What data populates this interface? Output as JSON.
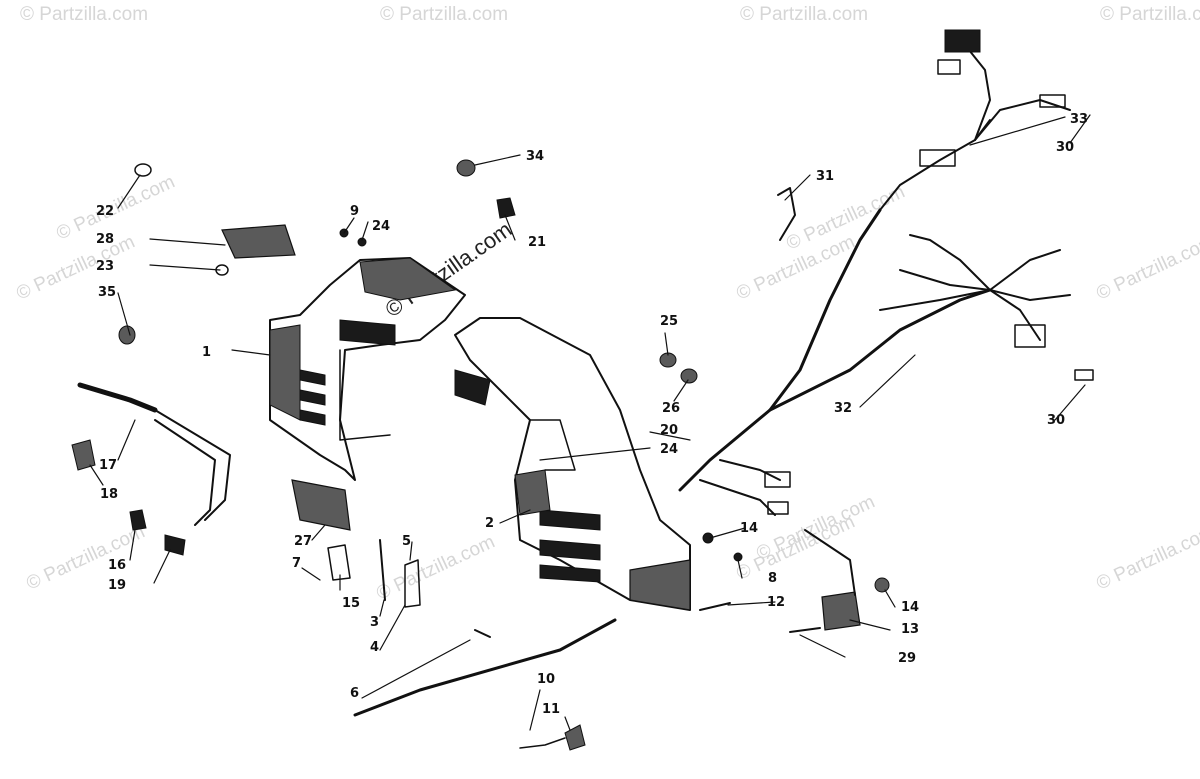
{
  "watermarks": {
    "brand": "© Partzilla.com",
    "center": "© Partzilla.com"
  },
  "callouts": [
    {
      "label": "1"
    },
    {
      "label": "2"
    },
    {
      "label": "3"
    },
    {
      "label": "4"
    },
    {
      "label": "5"
    },
    {
      "label": "6"
    },
    {
      "label": "7"
    },
    {
      "label": "8"
    },
    {
      "label": "9"
    },
    {
      "label": "10"
    },
    {
      "label": "11"
    },
    {
      "label": "12"
    },
    {
      "label": "13"
    },
    {
      "label": "14"
    },
    {
      "label": "14"
    },
    {
      "label": "15"
    },
    {
      "label": "16"
    },
    {
      "label": "17"
    },
    {
      "label": "18"
    },
    {
      "label": "19"
    },
    {
      "label": "20"
    },
    {
      "label": "21"
    },
    {
      "label": "22"
    },
    {
      "label": "23"
    },
    {
      "label": "24"
    },
    {
      "label": "24"
    },
    {
      "label": "25"
    },
    {
      "label": "26"
    },
    {
      "label": "27"
    },
    {
      "label": "28"
    },
    {
      "label": "29"
    },
    {
      "label": "30"
    },
    {
      "label": "30"
    },
    {
      "label": "31"
    },
    {
      "label": "32"
    },
    {
      "label": "33"
    },
    {
      "label": "34"
    },
    {
      "label": "35"
    }
  ]
}
